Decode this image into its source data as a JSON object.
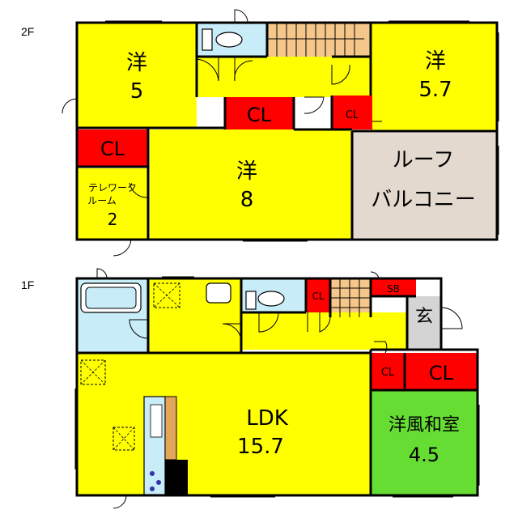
{
  "floors": {
    "second": {
      "label": "2F",
      "rooms": {
        "western_5_type": "洋",
        "western_5_size": "5",
        "western_57_type": "洋",
        "western_57_size": "5.7",
        "western_8_type": "洋",
        "western_8_size": "8",
        "telework_line1": "テレワーク",
        "telework_line2": "ルーム",
        "telework_size": "2",
        "roof_balcony_line1": "ルーフ",
        "roof_balcony_line2": "バルコニー",
        "closet_top_center": "CL",
        "closet_top_right": "CL",
        "closet_left": "CL"
      }
    },
    "first": {
      "label": "1F",
      "rooms": {
        "ldk_name": "LDK",
        "ldk_size": "15.7",
        "japanese_room_name": "洋風和室",
        "japanese_room_size": "4.5",
        "entrance": "玄",
        "shoe_box": "SB",
        "closet_stair": "CL",
        "closet_hall": "CL",
        "closet_japanese": "CL"
      }
    }
  },
  "colors": {
    "room_yellow": "#ffff00",
    "closet_red": "#ff0000",
    "bath_blue": "#c8ecf8",
    "balcony_tan": "#e4d9cf",
    "japanese_green": "#66dd33",
    "stairs_orange": "#f5c78a",
    "hall_gray": "#d4d4d4",
    "wall_black": "#000000"
  }
}
